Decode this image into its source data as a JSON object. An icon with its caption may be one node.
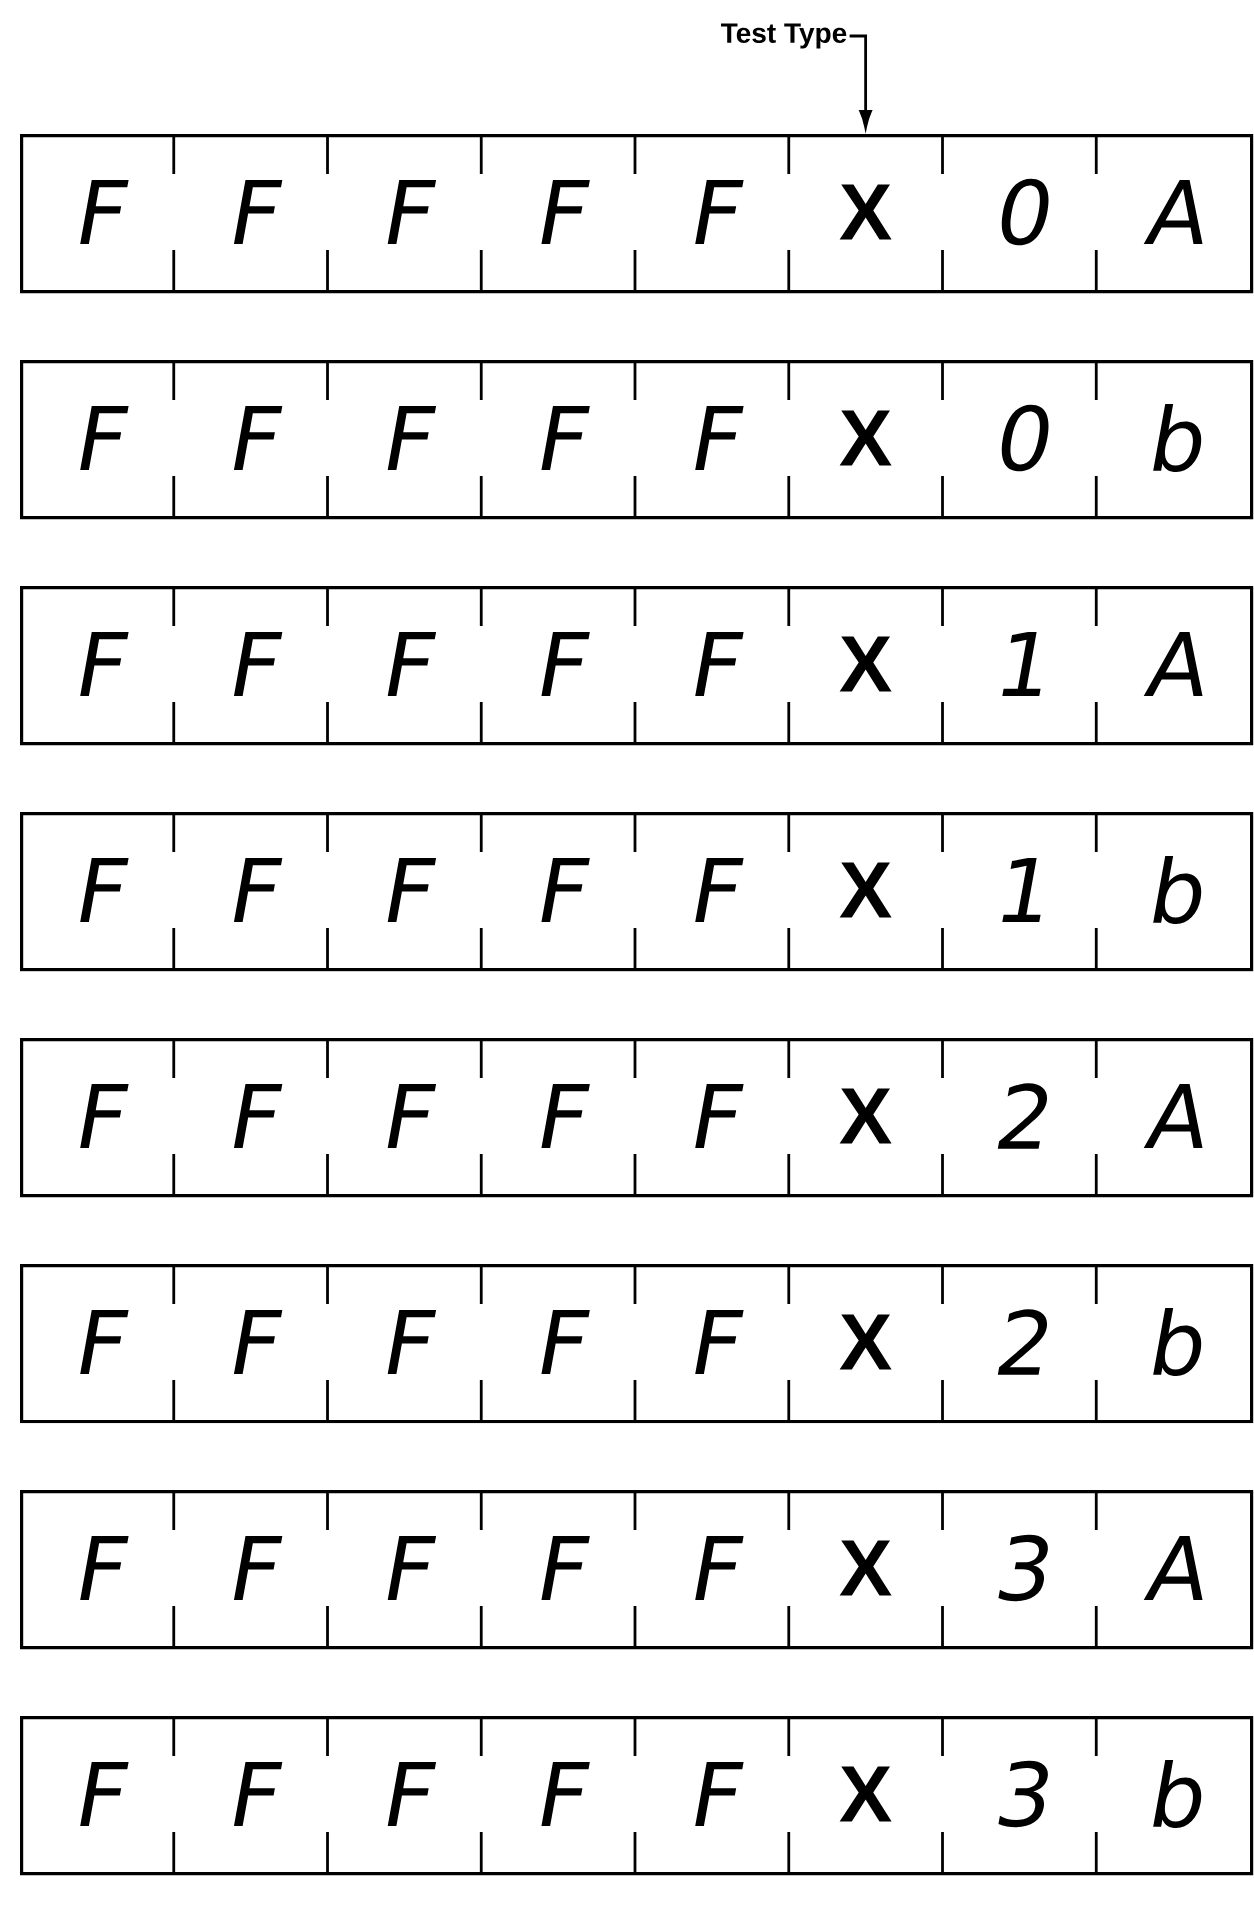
{
  "diagram": {
    "nodes": [
      {
        "text": [
          "Test Type"
        ]
      },
      {
        "text": [
          "F",
          "F",
          "F",
          "F",
          "F",
          "X",
          "0",
          "A"
        ]
      },
      {
        "text": [
          "F",
          "F",
          "F",
          "F",
          "F",
          "X",
          "0",
          "b"
        ]
      },
      {
        "text": [
          "F",
          "F",
          "F",
          "F",
          "F",
          "X",
          "1",
          "A"
        ]
      },
      {
        "text": [
          "F",
          "F",
          "F",
          "F",
          "F",
          "X",
          "1",
          "b"
        ]
      },
      {
        "text": [
          "F",
          "F",
          "F",
          "F",
          "F",
          "X",
          "2",
          "A"
        ]
      },
      {
        "text": [
          "F",
          "F",
          "F",
          "F",
          "F",
          "X",
          "2",
          "b"
        ]
      },
      {
        "text": [
          "F",
          "F",
          "F",
          "F",
          "F",
          "X",
          "3",
          "A"
        ]
      },
      {
        "text": [
          "F",
          "F",
          "F",
          "F",
          "F",
          "X",
          "3",
          "b"
        ]
      }
    ],
    "edges": [
      {
        "from": 0,
        "to": 1,
        "arrow": "to"
      }
    ]
  }
}
